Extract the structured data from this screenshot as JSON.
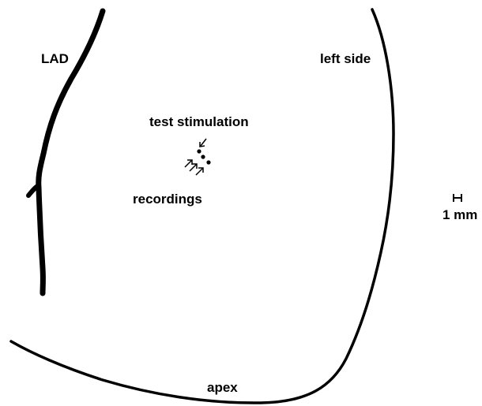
{
  "labels": {
    "artery": "LAD",
    "side": "left side",
    "stimulation": "test stimulation",
    "recordings": "recordings",
    "scale": "1 mm",
    "apex": "apex"
  },
  "colors": {
    "ink": "#000000",
    "background": "#ffffff"
  }
}
